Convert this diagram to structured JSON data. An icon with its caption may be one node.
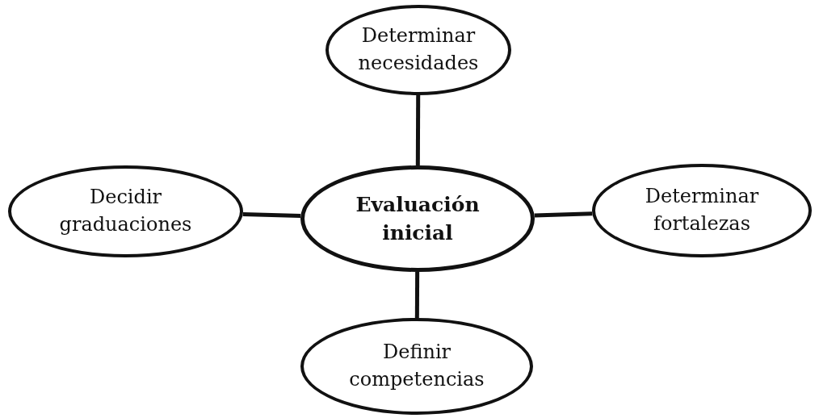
{
  "diagram": {
    "nodes": [
      {
        "text": [
          "Determinar necesidades"
        ]
      },
      {
        "text": [
          "Decidir graduaciones"
        ]
      },
      {
        "text": [
          "Evaluación inicial"
        ]
      },
      {
        "text": [
          "Determinar fortalezas"
        ]
      },
      {
        "text": [
          "Definir competencias"
        ]
      }
    ],
    "edges": [
      {
        "from": 2,
        "to": 0,
        "arrow": "none"
      },
      {
        "from": 2,
        "to": 1,
        "arrow": "none"
      },
      {
        "from": 2,
        "to": 3,
        "arrow": "none"
      },
      {
        "from": 2,
        "to": 4,
        "arrow": "none"
      }
    ]
  }
}
